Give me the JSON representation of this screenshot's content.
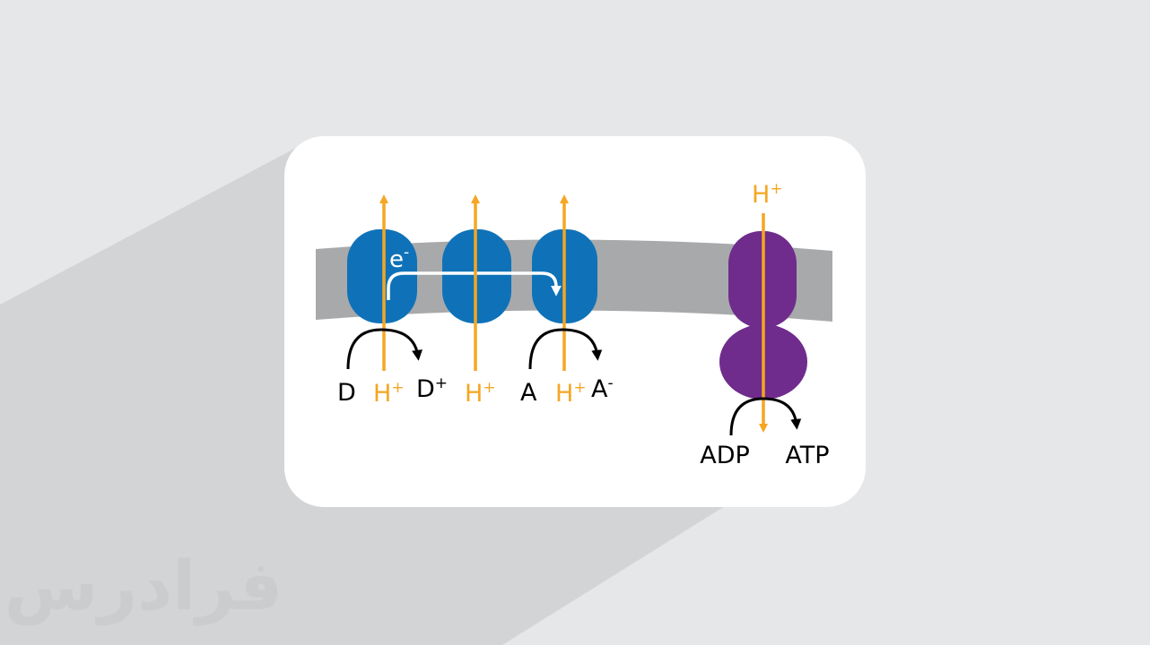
{
  "colors": {
    "background": "#e6e7e9",
    "shadow": "#d3d4d6",
    "card": "#ffffff",
    "membrane": "#a7a9ab",
    "protein_blue": "#0f72b8",
    "atp_synthase_purple": "#6f2c8c",
    "proton_arrow": "#f5a623",
    "electron_arrow": "#ffffff",
    "reaction_arrow": "#000000"
  },
  "watermark": {
    "text": "فرادرس"
  },
  "labels": {
    "electron": "e",
    "electron_sup": "-",
    "donor": "D",
    "donor_oxidized": "D",
    "donor_oxidized_sup": "+",
    "proton_1": "H",
    "proton_1_sup": "+",
    "proton_2": "H",
    "proton_2_sup": "+",
    "acceptor": "A",
    "proton_3": "H",
    "proton_3_sup": "+",
    "acceptor_reduced": "A",
    "acceptor_reduced_sup": "-",
    "proton_top": "H",
    "proton_top_sup": "+",
    "adp": "ADP",
    "atp": "ATP"
  }
}
